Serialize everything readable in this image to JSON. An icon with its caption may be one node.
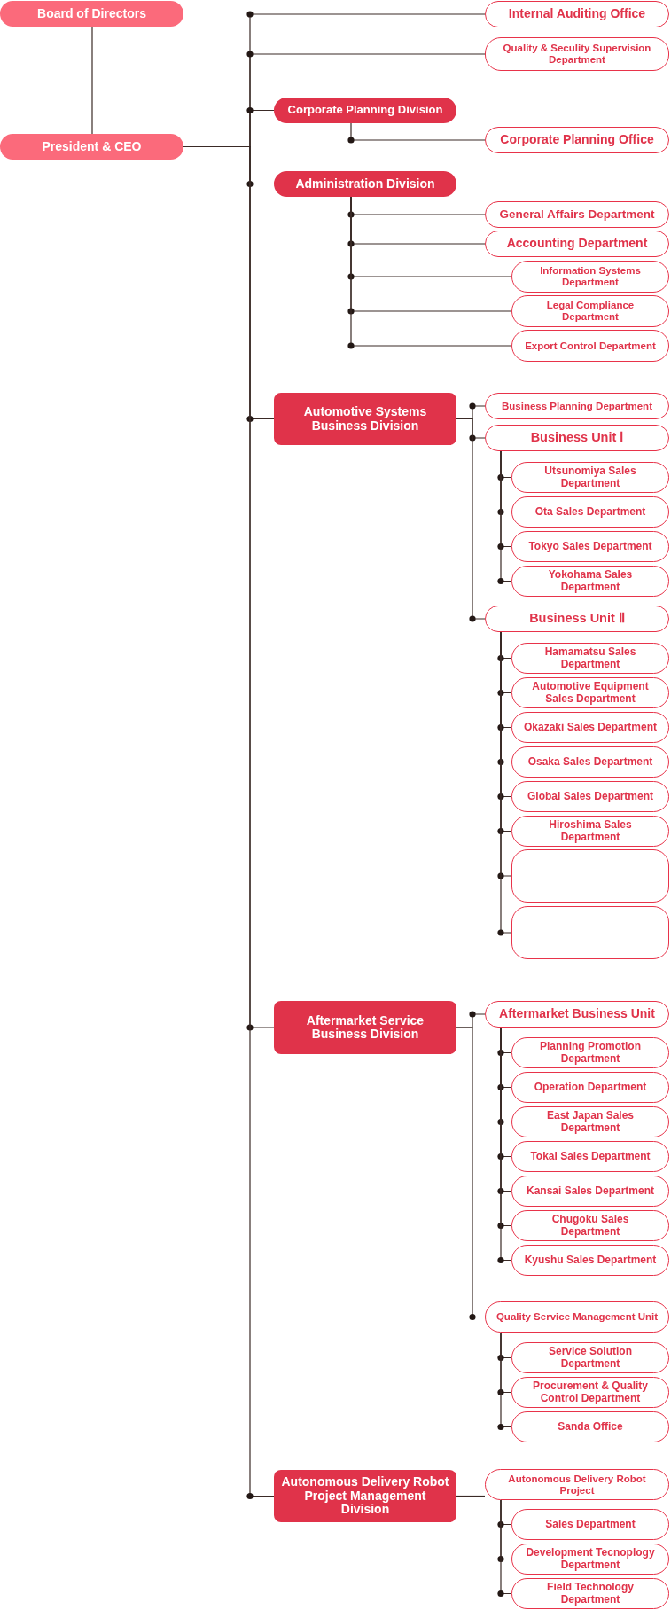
{
  "diagram": {
    "nodes": [
      {
        "text": [
          "Board of Directors"
        ]
      },
      {
        "text": [
          "President & CEO"
        ]
      },
      {
        "text": [
          "Internal Auditing Office"
        ]
      },
      {
        "text": [
          "Quality & Seculity Supervision Department"
        ]
      },
      {
        "text": [
          "Corporate Planning Division"
        ]
      },
      {
        "text": [
          "Corporate Planning Office"
        ]
      },
      {
        "text": [
          "Administration Division"
        ]
      },
      {
        "text": [
          "General Affairs Department"
        ]
      },
      {
        "text": [
          "Accounting Department"
        ]
      },
      {
        "text": [
          "Information Systems Department"
        ]
      },
      {
        "text": [
          "Legal Compliance Department"
        ]
      },
      {
        "text": [
          "Export Control Department"
        ]
      },
      {
        "text": [
          "Automotive Systems Business Division"
        ]
      },
      {
        "text": [
          "Business Planning Department"
        ]
      },
      {
        "text": [
          "Business Unit Ⅰ"
        ]
      },
      {
        "text": [
          "Utsunomiya Sales Department"
        ]
      },
      {
        "text": [
          "Ota Sales Department"
        ]
      },
      {
        "text": [
          "Tokyo Sales Department"
        ]
      },
      {
        "text": [
          "Yokohama Sales Department"
        ]
      },
      {
        "text": [
          "Business Unit Ⅱ"
        ]
      },
      {
        "text": [
          "Hamamatsu Sales Department"
        ]
      },
      {
        "text": [
          "Automotive Equipment Sales Department"
        ]
      },
      {
        "text": [
          "Okazaki Sales Department"
        ]
      },
      {
        "text": [
          "Osaka Sales Department"
        ]
      },
      {
        "text": [
          "Global Sales Department"
        ]
      },
      {
        "text": [
          "Hiroshima Sales Department"
        ]
      },
      {
        "text": [],
        "shape": "box"
      },
      {
        "text": [],
        "shape": "box"
      },
      {
        "text": [
          "Aftermarket Service Business Division"
        ]
      },
      {
        "text": [
          "Aftermarket Business Unit"
        ]
      },
      {
        "text": [
          "Planning Promotion Department"
        ]
      },
      {
        "text": [
          "Operation Department"
        ]
      },
      {
        "text": [
          "East Japan Sales Department"
        ]
      },
      {
        "text": [
          "Tokai Sales Department"
        ]
      },
      {
        "text": [
          "Kansai Sales Department"
        ]
      },
      {
        "text": [
          "Chugoku Sales Department"
        ]
      },
      {
        "text": [
          "Kyushu Sales Department"
        ]
      },
      {
        "text": [
          "Quality Service Management Unit"
        ]
      },
      {
        "text": [
          "Service Solution Department"
        ]
      },
      {
        "text": [
          "Procurement & Quality Control Department"
        ]
      },
      {
        "text": [
          "Sanda Office"
        ]
      },
      {
        "text": [
          "Autonomous Delivery Robot Project Management Division"
        ]
      },
      {
        "text": [
          "Autonomous Delivery Robot Project"
        ]
      },
      {
        "text": [
          "Sales Department"
        ]
      },
      {
        "text": [
          "Development Tecnoplogy Department"
        ]
      },
      {
        "text": [
          "Field Technology Department"
        ]
      }
    ],
    "edges": [
      {
        "from": 0,
        "to": 1,
        "arrow": "none"
      },
      {
        "from": 1,
        "to": 2,
        "arrow": "none"
      },
      {
        "from": 1,
        "to": 3,
        "arrow": "none"
      },
      {
        "from": 1,
        "to": 4,
        "arrow": "none"
      },
      {
        "from": 1,
        "to": 6,
        "arrow": "none"
      },
      {
        "from": 1,
        "to": 12,
        "arrow": "none"
      },
      {
        "from": 1,
        "to": 28,
        "arrow": "none"
      },
      {
        "from": 1,
        "to": 41,
        "arrow": "none"
      },
      {
        "from": 4,
        "to": 5,
        "arrow": "none"
      },
      {
        "from": 6,
        "to": 7,
        "arrow": "none"
      },
      {
        "from": 6,
        "to": 8,
        "arrow": "none"
      },
      {
        "from": 6,
        "to": 9,
        "arrow": "none"
      },
      {
        "from": 6,
        "to": 10,
        "arrow": "none"
      },
      {
        "from": 6,
        "to": 11,
        "arrow": "none"
      },
      {
        "from": 12,
        "to": 13,
        "arrow": "none"
      },
      {
        "from": 12,
        "to": 14,
        "arrow": "none"
      },
      {
        "from": 12,
        "to": 19,
        "arrow": "none"
      },
      {
        "from": 14,
        "to": 15,
        "arrow": "none"
      },
      {
        "from": 14,
        "to": 16,
        "arrow": "none"
      },
      {
        "from": 14,
        "to": 17,
        "arrow": "none"
      },
      {
        "from": 14,
        "to": 18,
        "arrow": "none"
      },
      {
        "from": 19,
        "to": 20,
        "arrow": "none"
      },
      {
        "from": 19,
        "to": 21,
        "arrow": "none"
      },
      {
        "from": 19,
        "to": 22,
        "arrow": "none"
      },
      {
        "from": 19,
        "to": 23,
        "arrow": "none"
      },
      {
        "from": 19,
        "to": 24,
        "arrow": "none"
      },
      {
        "from": 19,
        "to": 25,
        "arrow": "none"
      },
      {
        "from": 19,
        "to": 26,
        "arrow": "none"
      },
      {
        "from": 19,
        "to": 27,
        "arrow": "none"
      },
      {
        "from": 28,
        "to": 29,
        "arrow": "none"
      },
      {
        "from": 28,
        "to": 37,
        "arrow": "none"
      },
      {
        "from": 29,
        "to": 30,
        "arrow": "none"
      },
      {
        "from": 29,
        "to": 31,
        "arrow": "none"
      },
      {
        "from": 29,
        "to": 32,
        "arrow": "none"
      },
      {
        "from": 29,
        "to": 33,
        "arrow": "none"
      },
      {
        "from": 29,
        "to": 34,
        "arrow": "none"
      },
      {
        "from": 29,
        "to": 35,
        "arrow": "none"
      },
      {
        "from": 29,
        "to": 36,
        "arrow": "none"
      },
      {
        "from": 37,
        "to": 38,
        "arrow": "none"
      },
      {
        "from": 37,
        "to": 39,
        "arrow": "none"
      },
      {
        "from": 37,
        "to": 40,
        "arrow": "none"
      },
      {
        "from": 41,
        "to": 42,
        "arrow": "none"
      },
      {
        "from": 42,
        "to": 43,
        "arrow": "none"
      },
      {
        "from": 42,
        "to": 44,
        "arrow": "none"
      },
      {
        "from": 42,
        "to": 45,
        "arrow": "none"
      }
    ]
  }
}
